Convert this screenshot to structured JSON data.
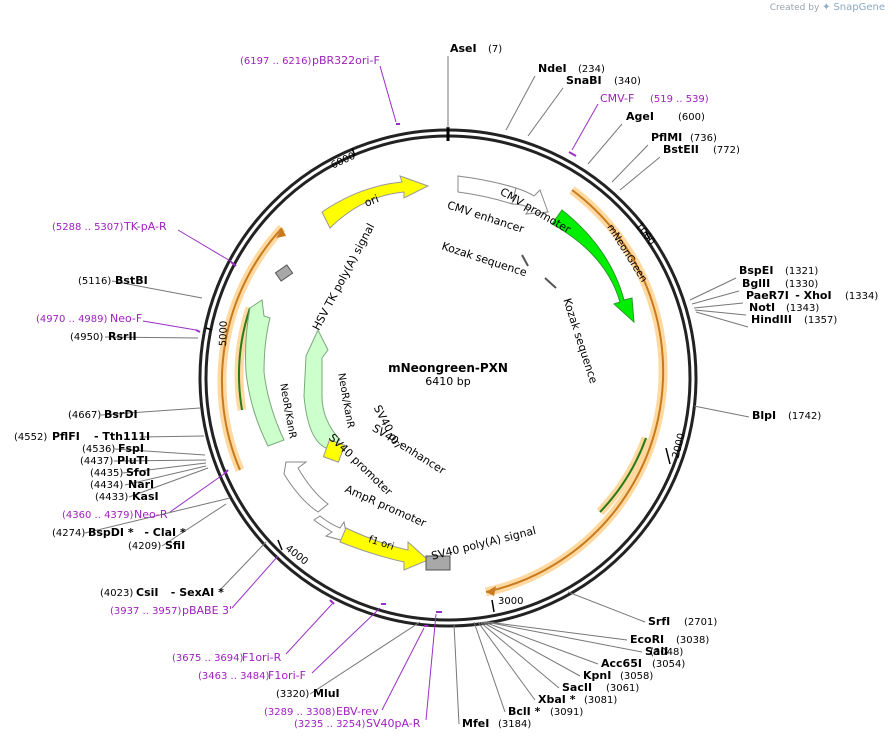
{
  "watermark": {
    "created_by": "Created by",
    "brand": "SnapGene"
  },
  "plasmid": {
    "name": "mNeongreen-PXN",
    "length": "6410 bp"
  },
  "ticks": [
    "1000",
    "2000",
    "3000",
    "4000",
    "5000",
    "6000"
  ],
  "enzymes": [
    {
      "name": "AseI",
      "pos": "(7)"
    },
    {
      "name": "NdeI",
      "pos": "(234)"
    },
    {
      "name": "SnaBI",
      "pos": "(340)"
    },
    {
      "name": "AgeI",
      "pos": "(600)"
    },
    {
      "name": "PflMI",
      "pos": "(736)"
    },
    {
      "name": "BstEII",
      "pos": "(772)"
    },
    {
      "name": "BspEI",
      "pos": "(1321)"
    },
    {
      "name": "BglII",
      "pos": "(1330)"
    },
    {
      "name": "PaeR7I",
      "name2": "XhoI",
      "pos": "(1334)"
    },
    {
      "name": "NotI",
      "pos": "(1343)"
    },
    {
      "name": "HindIII",
      "pos": "(1357)"
    },
    {
      "name": "BlpI",
      "pos": "(1742)"
    },
    {
      "name": "SrfI",
      "pos": "(2701)"
    },
    {
      "name": "EcoRI",
      "pos": "(3038)"
    },
    {
      "name": "SalI",
      "pos": "(3048)"
    },
    {
      "name": "Acc65I",
      "pos": "(3054)"
    },
    {
      "name": "KpnI",
      "pos": "(3058)"
    },
    {
      "name": "SacII",
      "pos": "(3061)"
    },
    {
      "name": "XbaI *",
      "pos": "(3081)"
    },
    {
      "name": "BclI *",
      "pos": "(3091)"
    },
    {
      "name": "MfeI",
      "pos": "(3184)"
    },
    {
      "name": "MluI",
      "pos": "(3320)"
    },
    {
      "name": "CsiI",
      "name2": "SexAI *",
      "pos": "(4023)"
    },
    {
      "name": "SfiI",
      "pos": "(4209)"
    },
    {
      "name": "BspDI *",
      "name2": "ClaI *",
      "pos": "(4274)"
    },
    {
      "name": "KasI",
      "pos": "(4433)"
    },
    {
      "name": "NarI",
      "pos": "(4434)"
    },
    {
      "name": "SfoI",
      "pos": "(4435)"
    },
    {
      "name": "PluTI",
      "pos": "(4437)"
    },
    {
      "name": "FspI",
      "pos": "(4536)"
    },
    {
      "name": "PflFI",
      "name2": "Tth111I",
      "pos": "(4552)"
    },
    {
      "name": "BsrDI",
      "pos": "(4667)"
    },
    {
      "name": "RsrII",
      "pos": "(4950)"
    },
    {
      "name": "BstBI",
      "pos": "(5116)"
    }
  ],
  "primers": [
    {
      "name": "pBR322ori-F",
      "range": "(6197 .. 6216)"
    },
    {
      "name": "CMV-F",
      "range": "(519 .. 539)"
    },
    {
      "name": "TK-pA-R",
      "range": "(5288 .. 5307)"
    },
    {
      "name": "Neo-F",
      "range": "(4970 .. 4989)"
    },
    {
      "name": "Neo-R",
      "range": "(4360 .. 4379)"
    },
    {
      "name": "pBABE 3'",
      "range": "(3937 .. 3957)"
    },
    {
      "name": "F1ori-R",
      "range": "(3675 .. 3694)"
    },
    {
      "name": "F1ori-F",
      "range": "(3463 .. 3484)"
    },
    {
      "name": "EBV-rev",
      "range": "(3289 .. 3308)"
    },
    {
      "name": "SV40pA-R",
      "range": "(3235 .. 3254)"
    }
  ],
  "features": [
    {
      "name": "ori",
      "color": "#ffff00"
    },
    {
      "name": "CMV enhancer",
      "color": "#ffffff"
    },
    {
      "name": "CMV promoter",
      "color": "#ffffff"
    },
    {
      "name": "mNeonGreen",
      "color": "#00ee00"
    },
    {
      "name": "Kozak sequence",
      "color": "#666666"
    },
    {
      "name": "Kozak sequence",
      "color": "#666666"
    },
    {
      "name": "HSV TK poly(A) signal",
      "color": "#a8a8a8"
    },
    {
      "name": "NeoR/KanR",
      "color": "#ccffcc"
    },
    {
      "name": "NeoR/KanR",
      "color": "#ccffcc"
    },
    {
      "name": "SV40 ori",
      "color": "#ffff00"
    },
    {
      "name": "SV40 enhancer",
      "color": "#ffffff"
    },
    {
      "name": "SV40 promoter",
      "color": "#ffffff"
    },
    {
      "name": "AmpR promoter",
      "color": "#ffffff"
    },
    {
      "name": "f1 ori",
      "color": "#ffff00"
    },
    {
      "name": "SV40 poly(A) signal",
      "color": "#a8a8a8"
    }
  ]
}
